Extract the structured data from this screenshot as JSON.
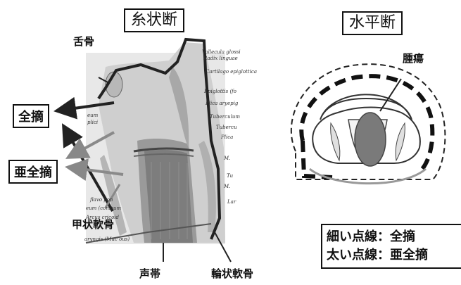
{
  "sagittal": {
    "title": "糸状断",
    "labels": {
      "hyoid": "舌骨",
      "total": "全摘",
      "subtotal": "亜全摘",
      "thyroid": "甲状軟骨",
      "vocal_cord": "声帯",
      "cricoid": "輪状軟骨"
    },
    "latin": [
      "Vallecula glossi",
      "Radix linguae",
      "Cartilago epiglottica",
      "Epiglottis (fo",
      "Plica aryepig",
      "Tuberculum",
      "Tubercu",
      "Plica",
      "M.",
      "Tu",
      "M.",
      "Lar",
      "Arcus cricoid",
      "aryngis (Muc ous)",
      "eum (conicum",
      "flavo pon",
      "eum",
      "plici"
    ]
  },
  "horizontal": {
    "title": "水平断",
    "labels": {
      "tumor": "腫瘍"
    }
  },
  "legend": {
    "line1": "細い点線：全摘",
    "line2": "太い点線：亜全摘"
  }
}
